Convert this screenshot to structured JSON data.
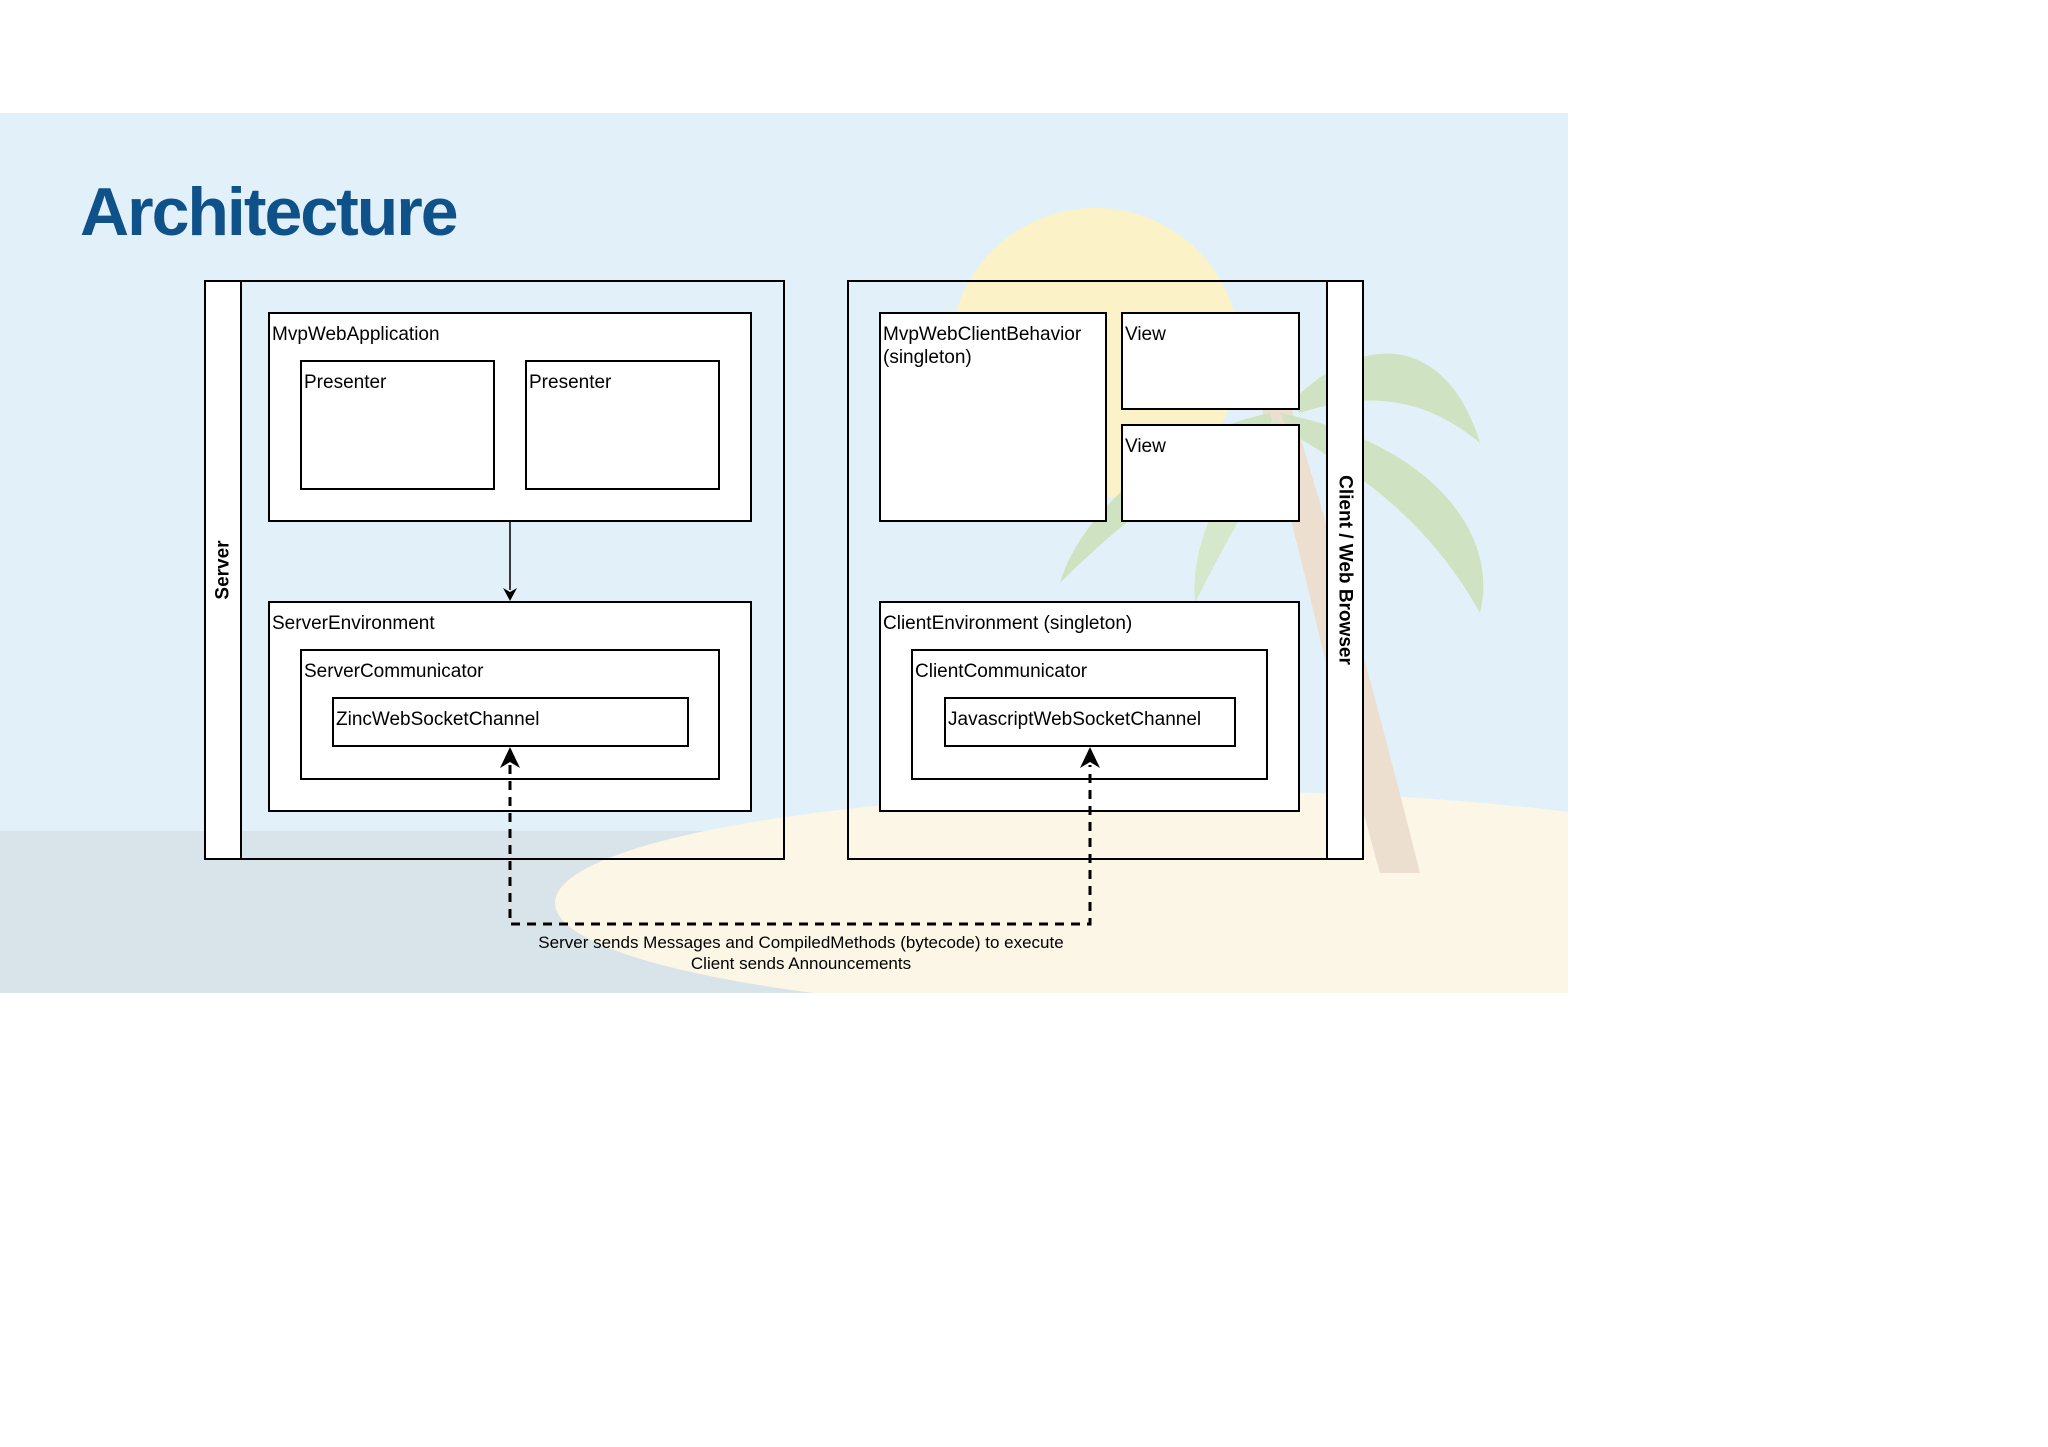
{
  "slide": {
    "title": "Architecture"
  },
  "server": {
    "region_label": "Server",
    "application": {
      "label": "MvpWebApplication",
      "presenters": [
        "Presenter",
        "Presenter"
      ]
    },
    "environment": {
      "label": "ServerEnvironment",
      "communicator": "ServerCommunicator",
      "channel": "ZincWebSocketChannel"
    }
  },
  "client": {
    "region_label": "Client / Web Browser",
    "behavior": "MvpWebClientBehavior\n(singleton)",
    "views": [
      "View",
      "View"
    ],
    "environment": {
      "label": "ClientEnvironment (singleton)",
      "communicator": "ClientCommunicator",
      "channel": "JavascriptWebSocketChannel"
    }
  },
  "connection": {
    "caption_lines": [
      "Server sends Messages and CompiledMethods (bytecode) to execute",
      "Client sends Announcements"
    ]
  },
  "colors": {
    "title": "#0f5289",
    "background": "#e2f1f9",
    "box_fill": "#ffffff",
    "stroke": "#000000"
  }
}
